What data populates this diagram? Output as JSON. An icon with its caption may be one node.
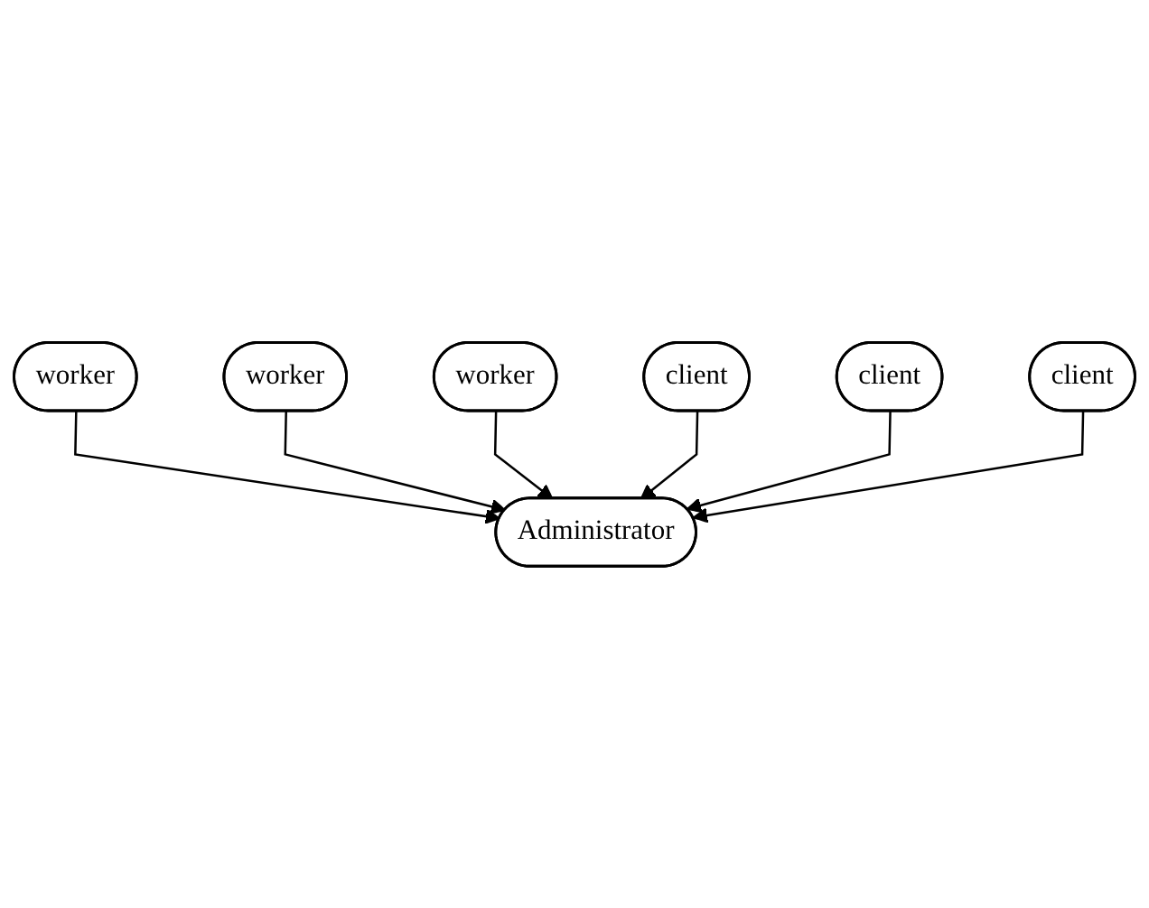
{
  "diagram": {
    "nodes": [
      {
        "text": [
          "worker"
        ]
      },
      {
        "text": [
          "worker"
        ]
      },
      {
        "text": [
          "worker"
        ]
      },
      {
        "text": [
          "Administrator"
        ]
      },
      {
        "text": [
          "client"
        ]
      },
      {
        "text": [
          "client"
        ]
      },
      {
        "text": [
          "client"
        ]
      }
    ],
    "edges": [
      {
        "from": 0,
        "to": 3,
        "arrow": "to"
      },
      {
        "from": 1,
        "to": 3,
        "arrow": "to"
      },
      {
        "from": 2,
        "to": 3,
        "arrow": "to"
      },
      {
        "from": 4,
        "to": 3,
        "arrow": "to"
      },
      {
        "from": 5,
        "to": 3,
        "arrow": "to"
      },
      {
        "from": 6,
        "to": 3,
        "arrow": "to"
      }
    ]
  }
}
